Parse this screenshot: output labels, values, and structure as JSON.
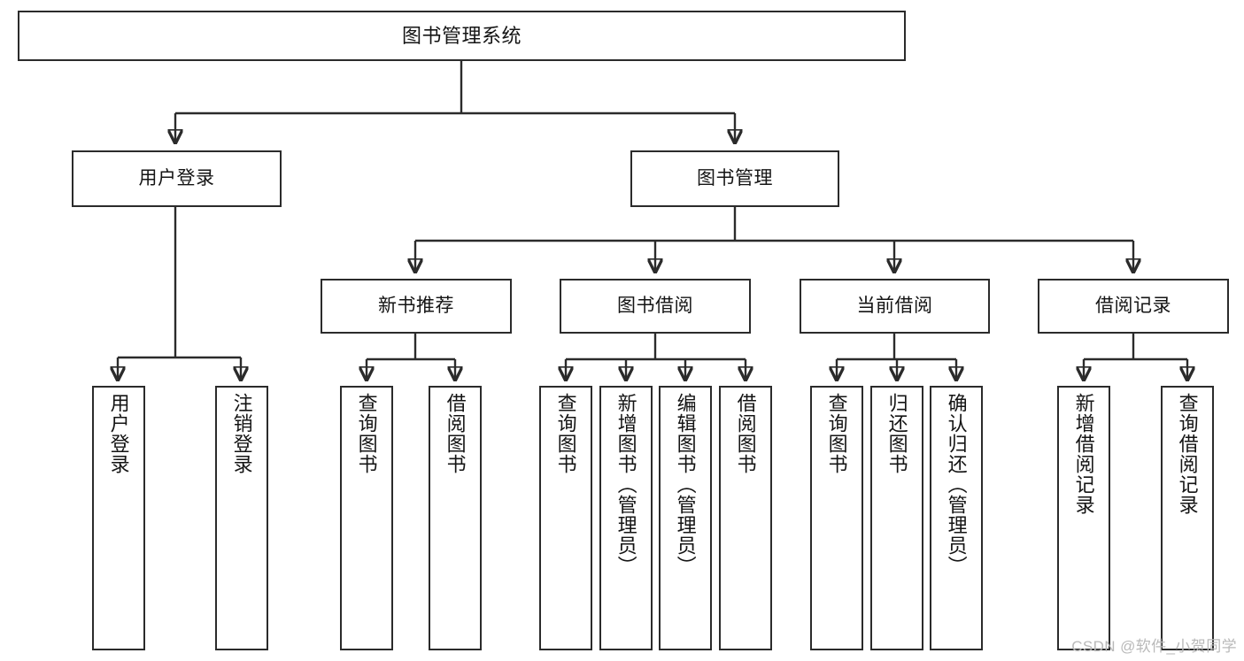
{
  "diagram": {
    "title": "图书管理系统",
    "type": "tree",
    "watermark": "CSDN @软件_小贺同学",
    "levels": {
      "root": "图书管理系统",
      "level2": [
        "用户登录",
        "图书管理"
      ],
      "level3": [
        "新书推荐",
        "图书借阅",
        "当前借阅",
        "借阅记录"
      ]
    },
    "nodes": {
      "root": {
        "label": "图书管理系统"
      },
      "user_login": {
        "label": "用户登录"
      },
      "book_manage": {
        "label": "图书管理"
      },
      "new_book_recommend": {
        "label": "新书推荐"
      },
      "book_borrow": {
        "label": "图书借阅"
      },
      "current_borrow": {
        "label": "当前借阅"
      },
      "borrow_record": {
        "label": "借阅记录"
      },
      "leaf_user_login": {
        "label": "用户登录"
      },
      "leaf_logout": {
        "label": "注销登录"
      },
      "leaf_query_book_1": {
        "label": "查询图书"
      },
      "leaf_borrow_book_1": {
        "label": "借阅图书"
      },
      "leaf_query_book_2": {
        "label": "查询图书"
      },
      "leaf_add_book": {
        "label": "新增图书（管理员）"
      },
      "leaf_edit_book": {
        "label": "编辑图书（管理员）"
      },
      "leaf_borrow_book_2": {
        "label": "借阅图书"
      },
      "leaf_query_book_3": {
        "label": "查询图书"
      },
      "leaf_return_book": {
        "label": "归还图书"
      },
      "leaf_confirm_return": {
        "label": "确认归还（管理员）"
      },
      "leaf_add_record": {
        "label": "新增借阅记录"
      },
      "leaf_query_record": {
        "label": "查询借阅记录"
      }
    },
    "colors": {
      "stroke": "#2b2b2b",
      "fill": "#ffffff",
      "text": "#141414",
      "watermark": "#b9b9b9"
    }
  }
}
